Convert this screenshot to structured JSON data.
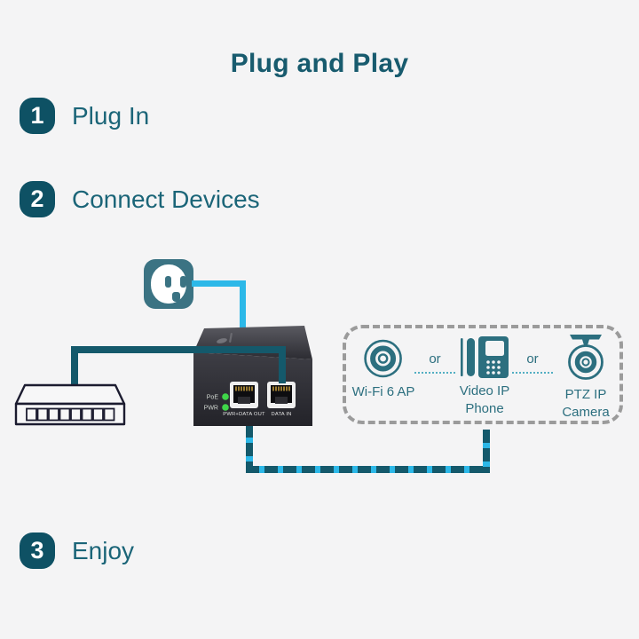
{
  "page": {
    "title": "Plug and Play"
  },
  "steps": [
    {
      "num": "1",
      "label": "Plug In"
    },
    {
      "num": "2",
      "label": "Connect Devices"
    },
    {
      "num": "3",
      "label": "Enjoy"
    }
  ],
  "injector": {
    "leds": [
      {
        "label": "PoE"
      },
      {
        "label": "PWR"
      }
    ],
    "ports": [
      {
        "label": "PWR+DATA OUT"
      },
      {
        "label": "DATA IN"
      }
    ]
  },
  "devices_box": {
    "separator": "or",
    "items": [
      {
        "label": "Wi-Fi 6 AP",
        "icon": "wifi-ap-icon"
      },
      {
        "label": "Video IP Phone",
        "icon": "video-ip-phone-icon"
      },
      {
        "label": "PTZ IP Camera",
        "icon": "ptz-camera-icon"
      }
    ]
  },
  "colors": {
    "background": "#f4f4f5",
    "teal_dark": "#0e5164",
    "teal_text": "#1b6578",
    "icon_teal": "#2c6f7f",
    "cable_data": "#14596b",
    "cable_power": "#2cb8e8",
    "dashed_border": "#9b9b9b",
    "led_green": "#3fd649"
  }
}
